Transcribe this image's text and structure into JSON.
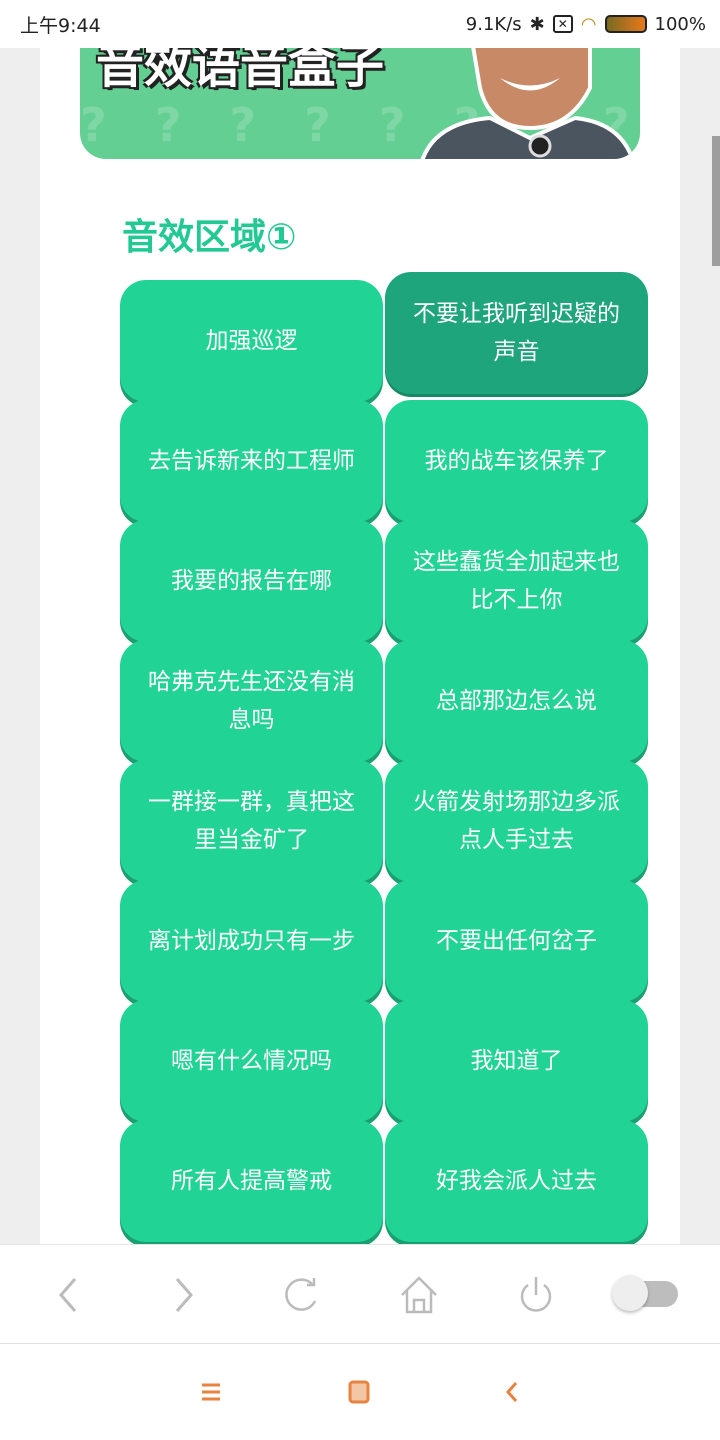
{
  "status_bar": {
    "time": "上午9:44",
    "net_speed": "9.1K/s",
    "battery": "100%"
  },
  "banner": {
    "title": "音效语音盒子",
    "pattern": "? ? ? ? ? ? ? ? ? ?"
  },
  "section": {
    "title": "音效区域①"
  },
  "buttons": [
    {
      "label": "加强巡逻"
    },
    {
      "label": "不要让我听到迟疑的声音",
      "pressed": true
    },
    {
      "label": "去告诉新来的工程师"
    },
    {
      "label": "我的战车该保养了"
    },
    {
      "label": "我要的报告在哪"
    },
    {
      "label": "这些蠢货全加起来也比不上你"
    },
    {
      "label": "哈弗克先生还没有消息吗"
    },
    {
      "label": "总部那边怎么说"
    },
    {
      "label": "一群接一群，真把这里当金矿了"
    },
    {
      "label": "火箭发射场那边多派点人手过去"
    },
    {
      "label": "离计划成功只有一步"
    },
    {
      "label": "不要出任何岔子"
    },
    {
      "label": "嗯有什么情况吗"
    },
    {
      "label": "我知道了"
    },
    {
      "label": "所有人提高警戒"
    },
    {
      "label": "好我会派人过去"
    }
  ],
  "colors": {
    "accent": "#22d396",
    "pressed": "#1ea57c",
    "title": "#22c992",
    "nav": "#e8823f"
  }
}
